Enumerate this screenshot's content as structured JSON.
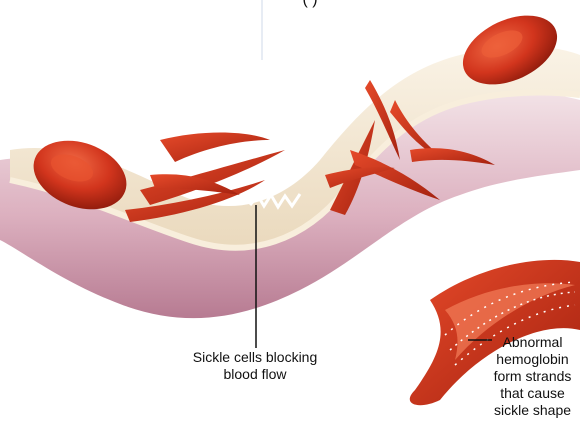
{
  "labels": {
    "top_partial": "(                              )",
    "blocking_line1": "Sickle cells blocking",
    "blocking_line2": "blood flow",
    "strands_line1": "Abnormal",
    "strands_line2": "hemoglobin",
    "strands_line3": "form strands",
    "strands_line4": "that cause",
    "strands_line5": "sickle shape"
  },
  "colors": {
    "vessel_wall_outer": "#e8c6cf",
    "vessel_wall_shadow": "#b9788e",
    "vessel_lumen": "#f3e9d6",
    "red_cell": "#d2351d",
    "red_cell_dark": "#8f1b0c",
    "red_cell_highlight": "#f17a55",
    "strand_dots": "#ffffff"
  }
}
